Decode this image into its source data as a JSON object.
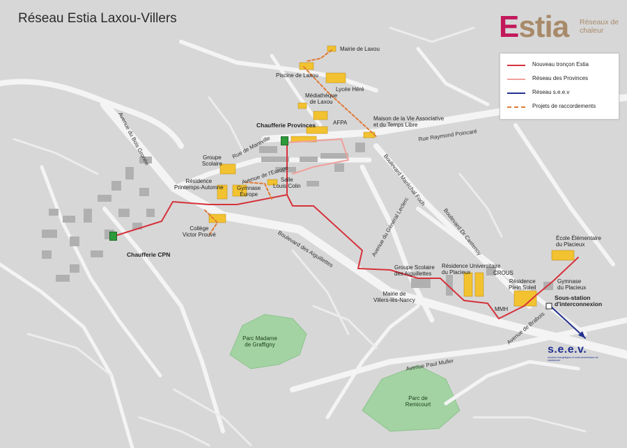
{
  "title": "Réseau Estia Laxou-Villers",
  "logo": {
    "word_first": "E",
    "word_rest": "stia",
    "tagline": "Réseaux de chaleur"
  },
  "legend": {
    "items": [
      {
        "label": "Nouveau tronçon Estia",
        "color": "#d6313a",
        "style": "solid"
      },
      {
        "label": "Réseau des Provinces",
        "color": "#f0a09b",
        "style": "solid"
      },
      {
        "label": "Réseau s.e.e.v",
        "color": "#23308f",
        "style": "solid"
      },
      {
        "label": "Projets de raccordements",
        "color": "#e07a35",
        "style": "dashed"
      }
    ]
  },
  "labels": {
    "mairie_laxou": "Mairie de Laxou",
    "piscine": "Piscine de Laxou",
    "lycee": "Lycée Héré",
    "mediatheque": "Médiathèque\nde Laxou",
    "maison_vie": "Maison de la Vie Associative\net du Temps Libre",
    "afpa": "AFPA",
    "chaufferie_provinces": "Chaufferie Provinces",
    "groupe_scolaire": "Groupe\nScolaire",
    "residence_printemps": "Résidence\nPrintemps-Automne",
    "gymnase_europe": "Gymnase\nEurope",
    "salle_colin": "Salle\nLouis Colin",
    "college": "Collège\nVictor Prouvé",
    "chaufferie_cpn": "Chaufferie CPN",
    "ecole_placieux": "École Élémentaire\ndu Placieux",
    "residence_univ": "Résidence Universitaire\ndu Placieux",
    "crous": "CROUS",
    "residence_plein_soleil": "Résidence\nPlein Soleil",
    "gymnase_placieux": "Gymnase\ndu Placieux",
    "sous_station": "Sous-station\nd'interconnexion",
    "mmh": "MMH",
    "groupe_aiguillettes": "Groupe Scolaire\ndes Aiguillettes",
    "mairie_villers": "Mairie de\nVillers-lès-Nancy"
  },
  "roads": {
    "bois_gronee": "Avenue du Bois Gronée",
    "mareville": "Rue de Mareville",
    "europe": "Avenue de l'Europe",
    "raymond_poincare": "Rue Raymond Poincaré",
    "foch": "Boulevard Maréchal Foch",
    "leclerc": "Avenue du Général Leclerc",
    "castenoy": "Boulevard Dr Castenoy",
    "aiguillettes": "Boulevard des Aiguillettes",
    "brabois": "Avenue de Brabois",
    "paul_muller": "Avenue Paul Muller"
  },
  "parks": {
    "graffigny": "Parc Madame\nde Graffigny",
    "remicourt": "Parc de\nRemicourt"
  },
  "seev": {
    "word": "s.e.e.v.",
    "subtitle": "services énergétiques et environnementaux de vandoeuvre"
  },
  "colors": {
    "background": "#d7d7d7",
    "road": "#f4f4f4",
    "park": "#a3d3a3",
    "building_gray": "#b0b0b0",
    "building_highlight": "#f2c230",
    "estia_red": "#d6313a",
    "provinces_pink": "#f0a09b",
    "seev_blue": "#23308f",
    "projet_orange": "#e07a35"
  }
}
